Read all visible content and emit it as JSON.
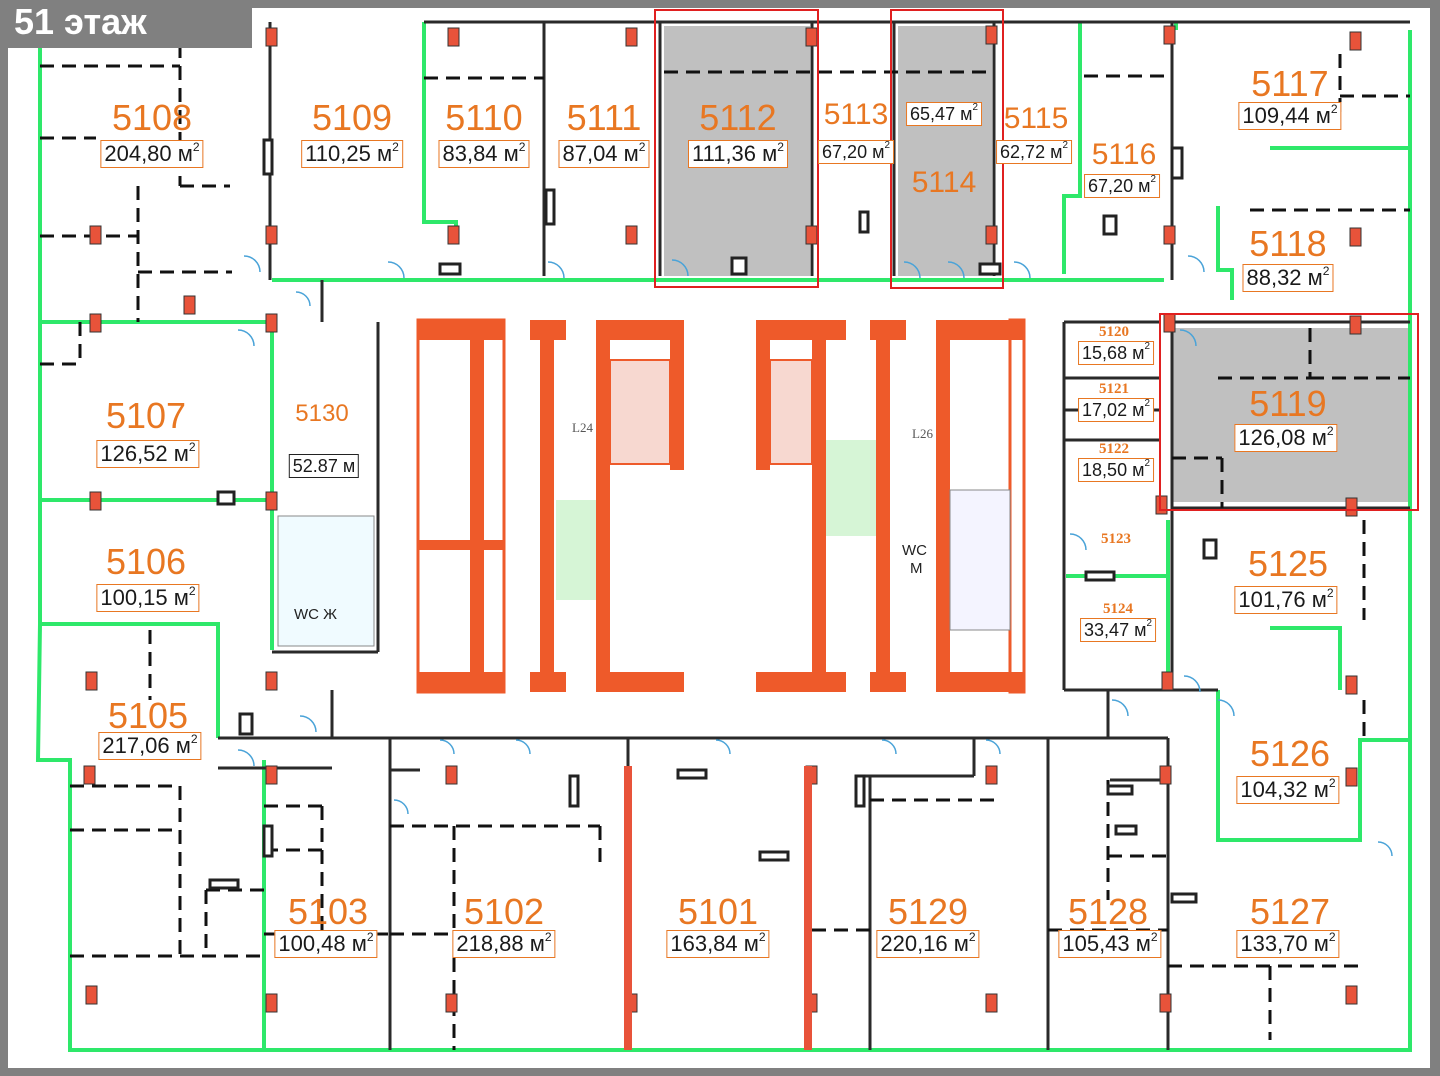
{
  "floor_label": "51 этаж",
  "area_unit": "м",
  "area_sup": "2",
  "rooms": [
    {
      "id": "5108",
      "area": "204,80"
    },
    {
      "id": "5109",
      "area": "110,25"
    },
    {
      "id": "5110",
      "area": "83,84"
    },
    {
      "id": "5111",
      "area": "87,04"
    },
    {
      "id": "5112",
      "area": "111,36"
    },
    {
      "id": "5113",
      "area": "67,20"
    },
    {
      "id": "5114",
      "area": "65,47"
    },
    {
      "id": "5115",
      "area": "62,72"
    },
    {
      "id": "5116",
      "area": "67,20"
    },
    {
      "id": "5117",
      "area": "109,44"
    },
    {
      "id": "5118",
      "area": "88,32"
    },
    {
      "id": "5107",
      "area": "126,52"
    },
    {
      "id": "5130",
      "area": "52.87 м"
    },
    {
      "id": "5120",
      "area": "15,68"
    },
    {
      "id": "5121",
      "area": "17,02"
    },
    {
      "id": "5122",
      "area": "18,50"
    },
    {
      "id": "5119",
      "area": "126,08"
    },
    {
      "id": "5106",
      "area": "100,15"
    },
    {
      "id": "5123",
      "area": ""
    },
    {
      "id": "5124",
      "area": "33,47"
    },
    {
      "id": "5125",
      "area": "101,76"
    },
    {
      "id": "5105",
      "area": "217,06"
    },
    {
      "id": "5126",
      "area": "104,32"
    },
    {
      "id": "5103",
      "area": "100,48"
    },
    {
      "id": "5102",
      "area": "218,88"
    },
    {
      "id": "5101",
      "area": "163,84"
    },
    {
      "id": "5129",
      "area": "220,16"
    },
    {
      "id": "5128",
      "area": "105,43"
    },
    {
      "id": "5127",
      "area": "133,70"
    }
  ],
  "wc": {
    "women": "WC Ж",
    "men_line1": "WC",
    "men_line2": "М"
  },
  "core_labels": {
    "l24": "L24",
    "l26": "L26"
  },
  "colors": {
    "room_number": "#e87722",
    "walls": "#2a2a2a",
    "green_partition": "#2ee86a",
    "core": "#ee5a2a",
    "highlight": "#e02020",
    "leased": "#c0c0c0",
    "column": "#e8533a"
  }
}
